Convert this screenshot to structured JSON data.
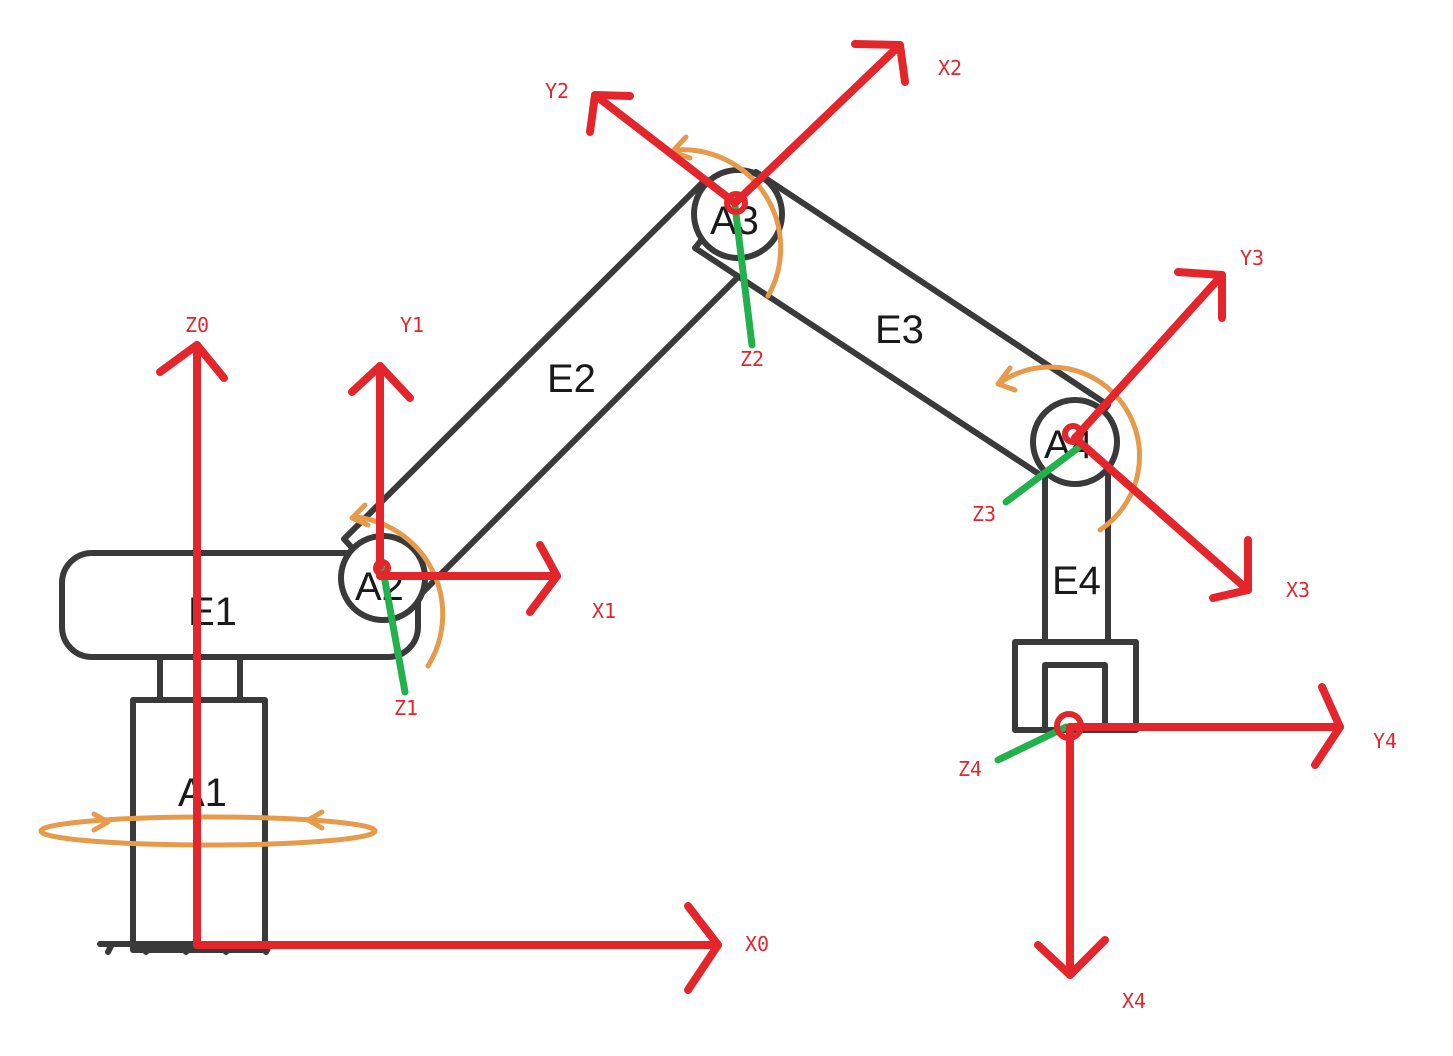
{
  "parts": {
    "E1": "E1",
    "E2": "E2",
    "E3": "E3",
    "E4": "E4",
    "A1": "A1",
    "A2": "A2",
    "A3": "A3",
    "A4": "A4"
  },
  "axes": {
    "frame0": {
      "x": "X0",
      "z": "Z0"
    },
    "frame1": {
      "x": "X1",
      "y": "Y1",
      "z": "Z1"
    },
    "frame2": {
      "x": "X2",
      "y": "Y2",
      "z": "Z2"
    },
    "frame3": {
      "x": "X3",
      "y": "Y3",
      "z": "Z3"
    },
    "frame4": {
      "x": "X4",
      "y": "Y4",
      "z": "Z4"
    }
  },
  "colors": {
    "x_y_axes": "#e3262b",
    "z_axes": "#22b14c",
    "rotation_arrows": "#e69a4c",
    "robot_outline": "#3a3a3a"
  }
}
